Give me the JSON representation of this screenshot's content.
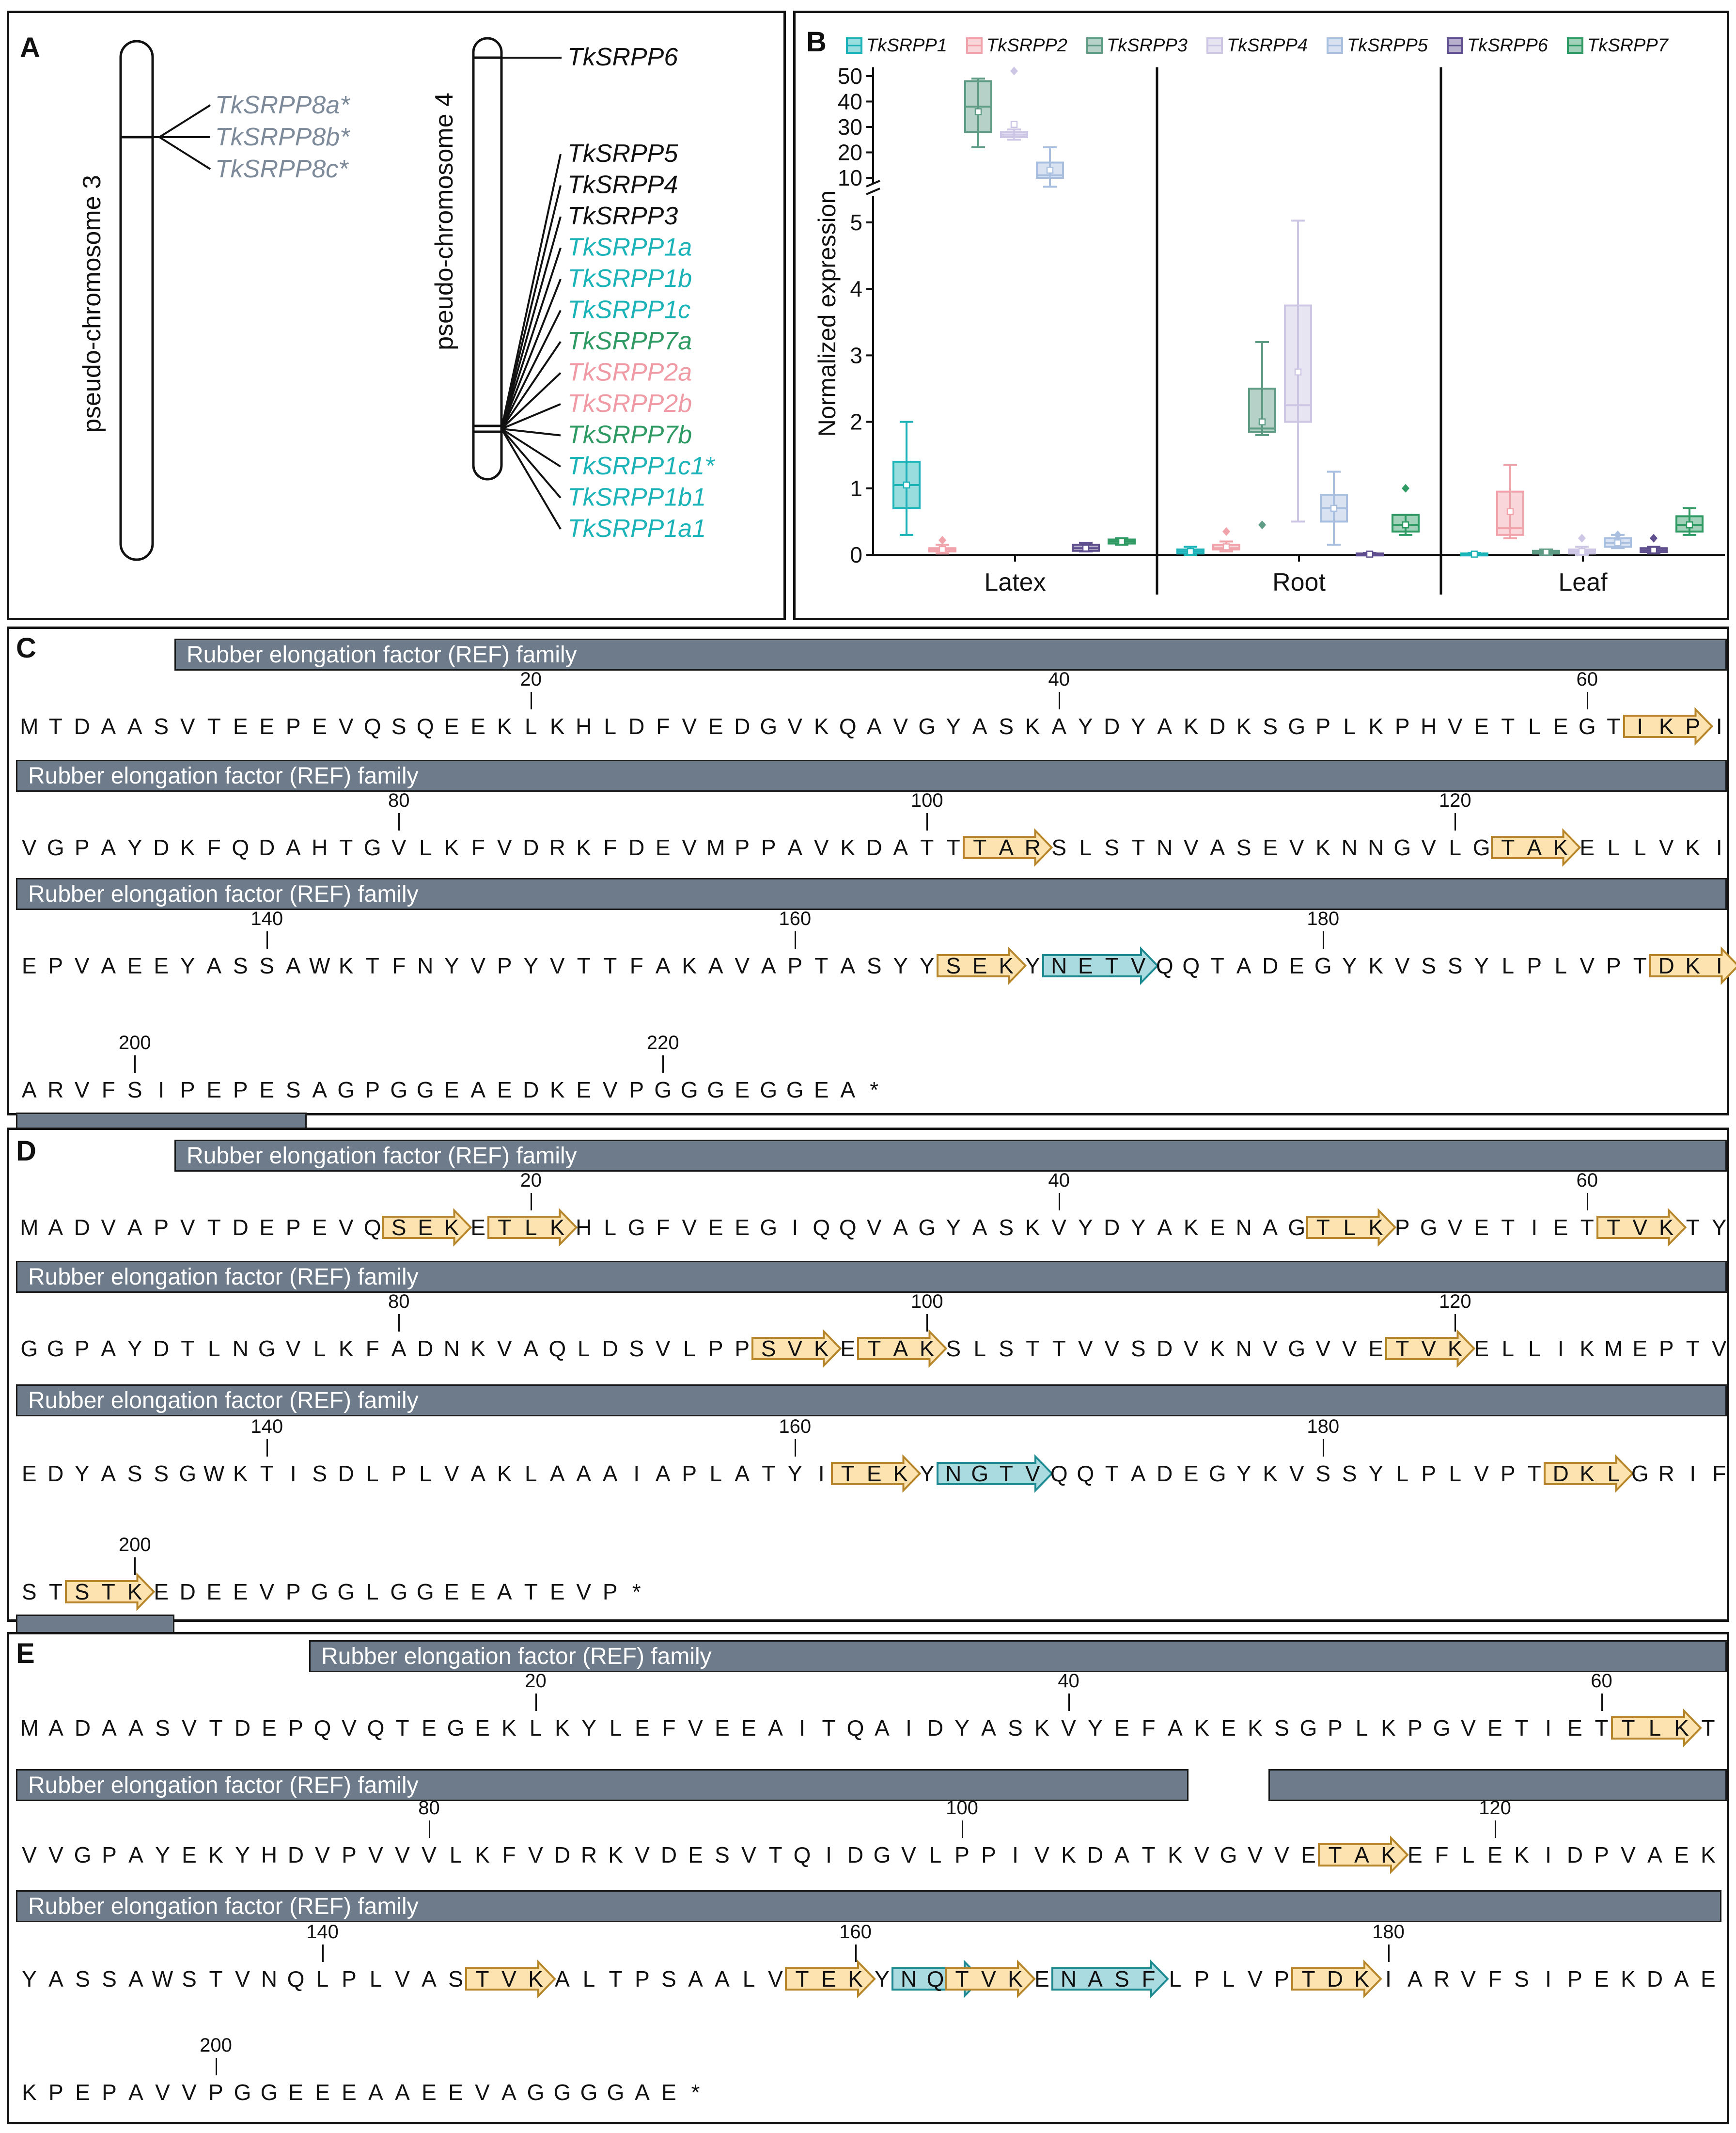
{
  "panel_a": {
    "label": "A",
    "chr3_label": "pseudo-chromosome 3",
    "chr4_label": "pseudo-chromosome 4",
    "chr3_genes": [
      {
        "name": "TkSRPP8a*",
        "color": "#7d8a9a"
      },
      {
        "name": "TkSRPP8b*",
        "color": "#7d8a9a"
      },
      {
        "name": "TkSRPP8c*",
        "color": "#7d8a9a"
      }
    ],
    "chr4_top_gene": {
      "name": "TkSRPP6",
      "color": "#111111"
    },
    "chr4_genes": [
      {
        "name": "TkSRPP5",
        "color": "#111111"
      },
      {
        "name": "TkSRPP4",
        "color": "#111111"
      },
      {
        "name": "TkSRPP3",
        "color": "#111111"
      },
      {
        "name": "TkSRPP1a",
        "color": "#1cb3b8"
      },
      {
        "name": "TkSRPP1b",
        "color": "#1cb3b8"
      },
      {
        "name": "TkSRPP1c",
        "color": "#1cb3b8"
      },
      {
        "name": "TkSRPP7a",
        "color": "#2f9a63"
      },
      {
        "name": "TkSRPP2a",
        "color": "#ef9aa4"
      },
      {
        "name": "TkSRPP2b",
        "color": "#ef9aa4"
      },
      {
        "name": "TkSRPP7b",
        "color": "#2f9a63"
      },
      {
        "name": "TkSRPP1c1*",
        "color": "#1cb3b8"
      },
      {
        "name": "TkSRPP1b1",
        "color": "#1cb3b8"
      },
      {
        "name": "TkSRPP1a1",
        "color": "#1cb3b8"
      }
    ]
  },
  "panel_b": {
    "label": "B",
    "chart_data": {
      "type": "box",
      "ylabel": "Normalized expression",
      "categories": [
        "Latex",
        "Root",
        "Leaf"
      ],
      "y_axis_broken": true,
      "lower_ticks": [
        "0",
        "1",
        "2",
        "3",
        "4",
        "5"
      ],
      "upper_ticks": [
        "10",
        "20",
        "30",
        "40",
        "50"
      ],
      "legend_placement": "top",
      "series": [
        {
          "name": "TkSRPP1",
          "color": "#1cb3b8",
          "boxes": [
            {
              "min": 0.3,
              "q1": 0.7,
              "median": 1.05,
              "q3": 1.4,
              "max": 2.0,
              "mean": 1.05
            },
            {
              "min": 0.0,
              "q1": 0.02,
              "median": 0.05,
              "q3": 0.08,
              "max": 0.12,
              "mean": 0.05
            },
            {
              "min": 0.0,
              "q1": 0.0,
              "median": 0.01,
              "q3": 0.02,
              "max": 0.03,
              "mean": 0.01
            }
          ]
        },
        {
          "name": "TkSRPP2",
          "color": "#f1a3ab",
          "boxes": [
            {
              "min": 0.02,
              "q1": 0.05,
              "median": 0.08,
              "q3": 0.1,
              "max": 0.15,
              "mean": 0.08,
              "outlier": 0.22
            },
            {
              "min": 0.05,
              "q1": 0.08,
              "median": 0.1,
              "q3": 0.15,
              "max": 0.2,
              "mean": 0.12,
              "outlier": 0.35
            },
            {
              "min": 0.25,
              "q1": 0.3,
              "median": 0.4,
              "q3": 0.95,
              "max": 1.35,
              "mean": 0.65
            }
          ]
        },
        {
          "name": "TkSRPP3",
          "color": "#5e9c86",
          "boxes": [
            {
              "min": 22,
              "q1": 28,
              "median": 38,
              "q3": 48,
              "max": 49,
              "mean": 36
            },
            {
              "min": 1.8,
              "q1": 1.85,
              "median": 1.9,
              "q3": 2.5,
              "max": 3.2,
              "mean": 2.0,
              "outlier": 0.45
            },
            {
              "min": 0.0,
              "q1": 0.02,
              "median": 0.04,
              "q3": 0.06,
              "max": 0.08,
              "mean": 0.04
            }
          ]
        },
        {
          "name": "TkSRPP4",
          "color": "#cdc6e4",
          "boxes": [
            {
              "min": 25,
              "q1": 26,
              "median": 27,
              "q3": 28,
              "max": 29,
              "mean": 31,
              "outlier": 52
            },
            {
              "min": 0.5,
              "q1": 2.0,
              "median": 2.25,
              "q3": 3.75,
              "max": 5.2,
              "mean": 2.75
            },
            {
              "min": 0.0,
              "q1": 0.02,
              "median": 0.05,
              "q3": 0.08,
              "max": 0.12,
              "mean": 0.05,
              "outlier": 0.25
            }
          ]
        },
        {
          "name": "TkSRPP5",
          "color": "#a8bfdf",
          "boxes": [
            {
              "min": 9,
              "q1": 10,
              "median": 11,
              "q3": 16,
              "max": 22,
              "mean": 13
            },
            {
              "min": 0.15,
              "q1": 0.5,
              "median": 0.7,
              "q3": 0.9,
              "max": 1.25,
              "mean": 0.7
            },
            {
              "min": 0.1,
              "q1": 0.12,
              "median": 0.18,
              "q3": 0.25,
              "max": 0.3,
              "mean": 0.18,
              "outlier": 0.3
            }
          ]
        },
        {
          "name": "TkSRPP6",
          "color": "#5f4f8f",
          "boxes": [
            {
              "min": 0.05,
              "q1": 0.06,
              "median": 0.1,
              "q3": 0.15,
              "max": 0.18,
              "mean": 0.1
            },
            {
              "min": 0.0,
              "q1": 0.0,
              "median": 0.01,
              "q3": 0.02,
              "max": 0.03,
              "mean": 0.01
            },
            {
              "min": 0.02,
              "q1": 0.04,
              "median": 0.07,
              "q3": 0.1,
              "max": 0.12,
              "mean": 0.07,
              "outlier": 0.25
            }
          ]
        },
        {
          "name": "TkSRPP7",
          "color": "#2f9a63",
          "boxes": [
            {
              "min": 0.15,
              "q1": 0.17,
              "median": 0.2,
              "q3": 0.23,
              "max": 0.25,
              "mean": 0.2
            },
            {
              "min": 0.3,
              "q1": 0.35,
              "median": 0.45,
              "q3": 0.6,
              "max": 0.6,
              "mean": 0.45,
              "outlier": 1.0
            },
            {
              "min": 0.3,
              "q1": 0.35,
              "median": 0.45,
              "q3": 0.58,
              "max": 0.7,
              "mean": 0.45
            }
          ]
        }
      ]
    }
  },
  "ref_label": "Rubber elongation factor (REF) family",
  "panel_c": {
    "label": "C",
    "lines": [
      {
        "seq": "MTDAASVTEEPEVQSQEEKLKHLDFVEDGVKQAVGYASKAYDYAKDKSGPLKPHVETLEGTIKPI",
        "start": 1,
        "ticks": [
          20,
          40,
          60
        ],
        "bars": [
          {
            "from": 7,
            "to": 65,
            "label": true
          }
        ],
        "motifs": [
          {
            "pos": 62,
            "len": 3,
            "type": "y"
          }
        ]
      },
      {
        "seq": "VGPAYDKFQDAHTGVLKFVDRKFDEVMPPAVKDATTTARSLSTNVASEVKNNGVLGTAKELLVKI",
        "start": 66,
        "ticks": [
          80,
          100,
          120
        ],
        "bars": [
          {
            "from": 1,
            "to": 65,
            "label": true
          }
        ],
        "motifs": [
          {
            "pos": 102,
            "len": 3,
            "type": "y"
          },
          {
            "pos": 122,
            "len": 3,
            "type": "y"
          }
        ]
      },
      {
        "seq": "EPVAEEYASSAWKTFNYVPYVTTFAKAVAPTASYYSEKYNETVQQTADEGYKVSSYLPLVPTDKI",
        "start": 131,
        "ticks": [
          140,
          160,
          180
        ],
        "bars": [
          {
            "from": 1,
            "to": 65,
            "label": true
          }
        ],
        "motifs": [
          {
            "pos": 166,
            "len": 3,
            "type": "y"
          },
          {
            "pos": 170,
            "len": 4,
            "type": "b"
          },
          {
            "pos": 193,
            "len": 3,
            "type": "y"
          }
        ]
      },
      {
        "seq": "ARVFSIPEPESAGPGGEAEDKEVPGGGEGGEA*",
        "start": 196,
        "ticks": [
          200,
          220
        ],
        "bars": [
          {
            "from": 1,
            "to": 11,
            "label": false,
            "prev": true
          }
        ],
        "motifs": []
      }
    ]
  },
  "panel_d": {
    "label": "D",
    "lines": [
      {
        "seq": "MADVAPVTDEPEVQSEKETLKHLGFVEEGIQQVAGYASKVYDYAKENAGTLKPGVETIETTVKTY",
        "start": 1,
        "ticks": [
          20,
          40,
          60
        ],
        "bars": [
          {
            "from": 7,
            "to": 65,
            "label": true
          }
        ],
        "motifs": [
          {
            "pos": 15,
            "len": 3,
            "type": "y"
          },
          {
            "pos": 19,
            "len": 3,
            "type": "y"
          },
          {
            "pos": 50,
            "len": 3,
            "type": "y"
          },
          {
            "pos": 61,
            "len": 3,
            "type": "y"
          }
        ]
      },
      {
        "seq": "GGPAYDTLNGVLKFADNKVAQLDSVLPPSVKETAKSLSTTVVSDVKNVGVVETVKELLIKMEPTV",
        "start": 66,
        "ticks": [
          80,
          100,
          120
        ],
        "bars": [
          {
            "from": 1,
            "to": 65,
            "label": true
          }
        ],
        "motifs": [
          {
            "pos": 94,
            "len": 3,
            "type": "y"
          },
          {
            "pos": 98,
            "len": 3,
            "type": "y"
          },
          {
            "pos": 118,
            "len": 3,
            "type": "y"
          }
        ]
      },
      {
        "seq": "EDYASSGWKTISDLPLVAKLAAAIAPLATYITEKYNGTVQQTADEGYKVSSYLPLVPTDKLGRIF",
        "start": 131,
        "ticks": [
          140,
          160,
          180
        ],
        "bars": [
          {
            "from": 1,
            "to": 65,
            "label": true
          }
        ],
        "motifs": [
          {
            "pos": 162,
            "len": 3,
            "type": "y"
          },
          {
            "pos": 166,
            "len": 4,
            "type": "b"
          },
          {
            "pos": 189,
            "len": 3,
            "type": "y"
          }
        ]
      },
      {
        "seq": "STSTKEDEEVPGGLGGEEATEVP*",
        "start": 196,
        "ticks": [
          200
        ],
        "bars": [
          {
            "from": 1,
            "to": 6,
            "label": false,
            "prev": true
          }
        ],
        "motifs": [
          {
            "pos": 198,
            "len": 3,
            "type": "y"
          }
        ]
      }
    ]
  },
  "panel_e": {
    "label": "E",
    "lines": [
      {
        "seq": "MADAASVTDEPQVQTEGEKLKYLEFVEEAITQAIDYASKVYEFAKEKSGPLKPGVETIETTLKT",
        "start": 1,
        "ticks": [
          20,
          40,
          60
        ],
        "bars": [
          {
            "from": 12,
            "to": 65,
            "label": true
          }
        ],
        "motifs": [
          {
            "pos": 61,
            "len": 3,
            "type": "y"
          }
        ]
      },
      {
        "seq": "VVGPAYEKYHDVPVVVLKFVDRKVDESVTQIDGVLPPIVKDATKVGVVETAKEFLEKIDPVAEK",
        "start": 65,
        "ticks": [
          80,
          100,
          120
        ],
        "bars": [
          {
            "from": 1,
            "to": 44,
            "label": true
          },
          {
            "from": 48,
            "to": 65,
            "label": false
          }
        ],
        "motifs": [
          {
            "pos": 114,
            "len": 3,
            "type": "y"
          }
        ]
      },
      {
        "seq": "YASSAWSTVNQLPLVASTVKALTPSAALVTEKYNQTVKENASFLPLVPTDKIARVFSIPEKDAE",
        "start": 129,
        "ticks": [
          140,
          160,
          180
        ],
        "bars": [
          {
            "from": 1,
            "to": 64,
            "label": true
          }
        ],
        "motifs": [
          {
            "pos": 146,
            "len": 3,
            "type": "y"
          },
          {
            "pos": 158,
            "len": 3,
            "type": "y"
          },
          {
            "pos": 162,
            "len": 3,
            "type": "b"
          },
          {
            "pos": 164,
            "len": 3,
            "type": "y"
          },
          {
            "pos": 168,
            "len": 4,
            "type": "b"
          },
          {
            "pos": 177,
            "len": 3,
            "type": "y"
          }
        ]
      },
      {
        "seq": "KPEPAVVPGGEEEAAEEVAGGGGAE*",
        "start": 193,
        "ticks": [
          200
        ],
        "bars": [],
        "motifs": []
      }
    ]
  }
}
